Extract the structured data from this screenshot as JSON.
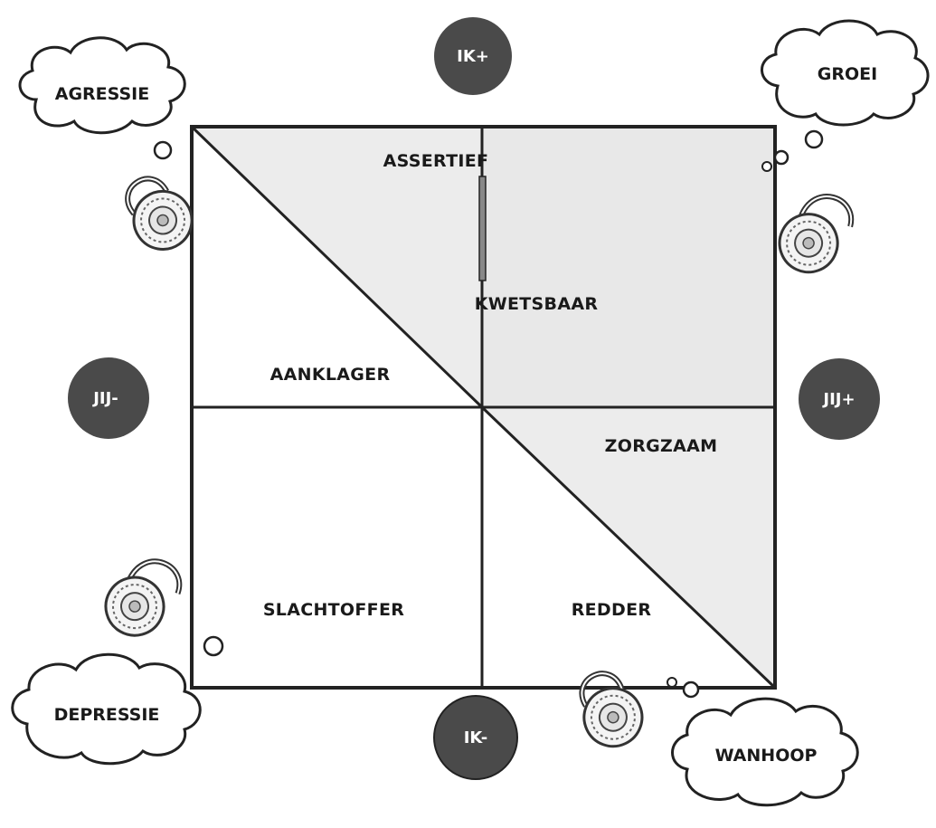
{
  "axes": {
    "top": "IK+",
    "bottom": "IK-",
    "left": "JIJ-",
    "right": "JIJ+"
  },
  "quadrant_labels": {
    "assertief": "ASSERTIEF",
    "kwetsbaar": "KWETSBAAR",
    "aanklager": "AANKLAGER",
    "zorgzaam": "ZORGZAAM",
    "slachtoffer": "SLACHTOFFER",
    "redder": "REDDER"
  },
  "clouds": {
    "top_left": "AGRESSIE",
    "top_right": "GROEI",
    "bottom_left": "DEPRESSIE",
    "bottom_right": "WANHOOP"
  },
  "colors": {
    "dot": "#4a4a4a",
    "line": "#222222",
    "shade": "#ececec",
    "background": "#ffffff"
  },
  "icons": [
    "padlock-closed-icon",
    "padlock-open-icon"
  ]
}
